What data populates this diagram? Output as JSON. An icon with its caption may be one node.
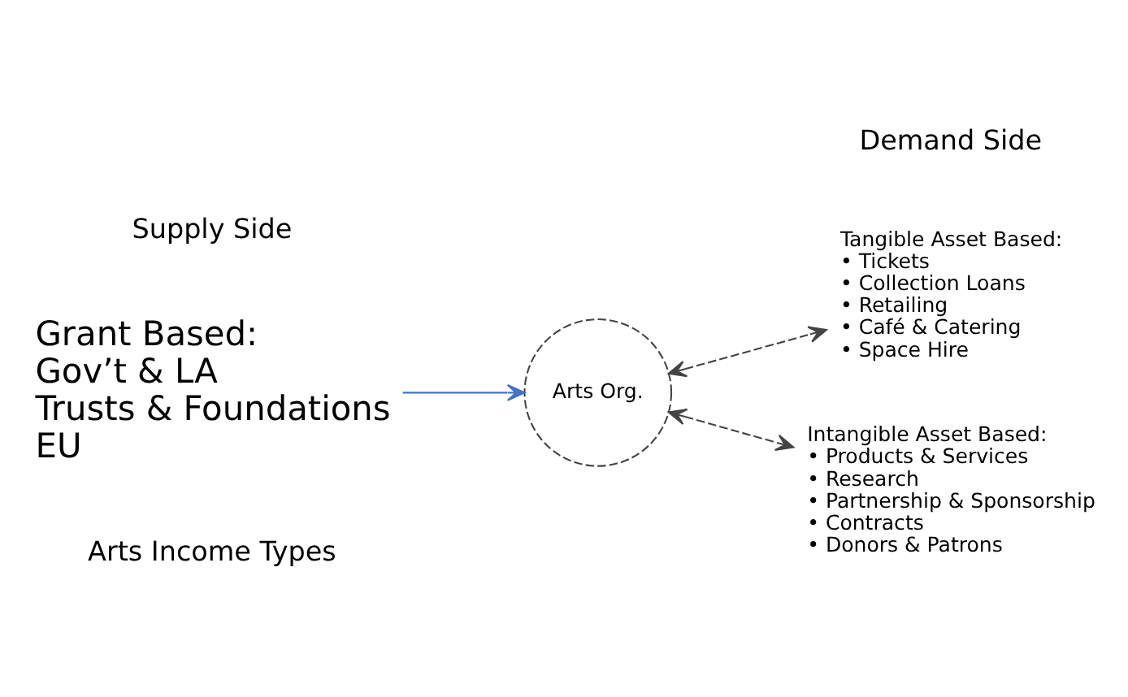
{
  "diagram": {
    "nodes": [
      {
        "text": [
          "Grant Based:",
          "Gov’t & LA",
          "Trusts & Foundations",
          "EU"
        ]
      },
      {
        "text": [
          "Arts Org."
        ]
      },
      {
        "text": [
          "Tangible Asset Based:",
          "• Tickets",
          "• Collection Loans",
          "• Retailing",
          "• Café & Catering",
          "• Space Hire"
        ]
      },
      {
        "text": [
          "Intangible Asset Based:",
          "• Products & Services",
          "• Research",
          "• Partnership & Sponsorship",
          "• Contracts",
          "• Donors & Patrons"
        ]
      }
    ],
    "edges": [
      {
        "from": 0,
        "to": 1,
        "arrow": "to",
        "color": "#4472c4"
      },
      {
        "from": 1,
        "to": 2,
        "arrow": "both",
        "style": "dashed"
      },
      {
        "from": 1,
        "to": 3,
        "arrow": "both",
        "style": "dashed"
      }
    ],
    "labels": [
      "Supply Side",
      "Demand Side",
      "Arts Income Types"
    ]
  }
}
